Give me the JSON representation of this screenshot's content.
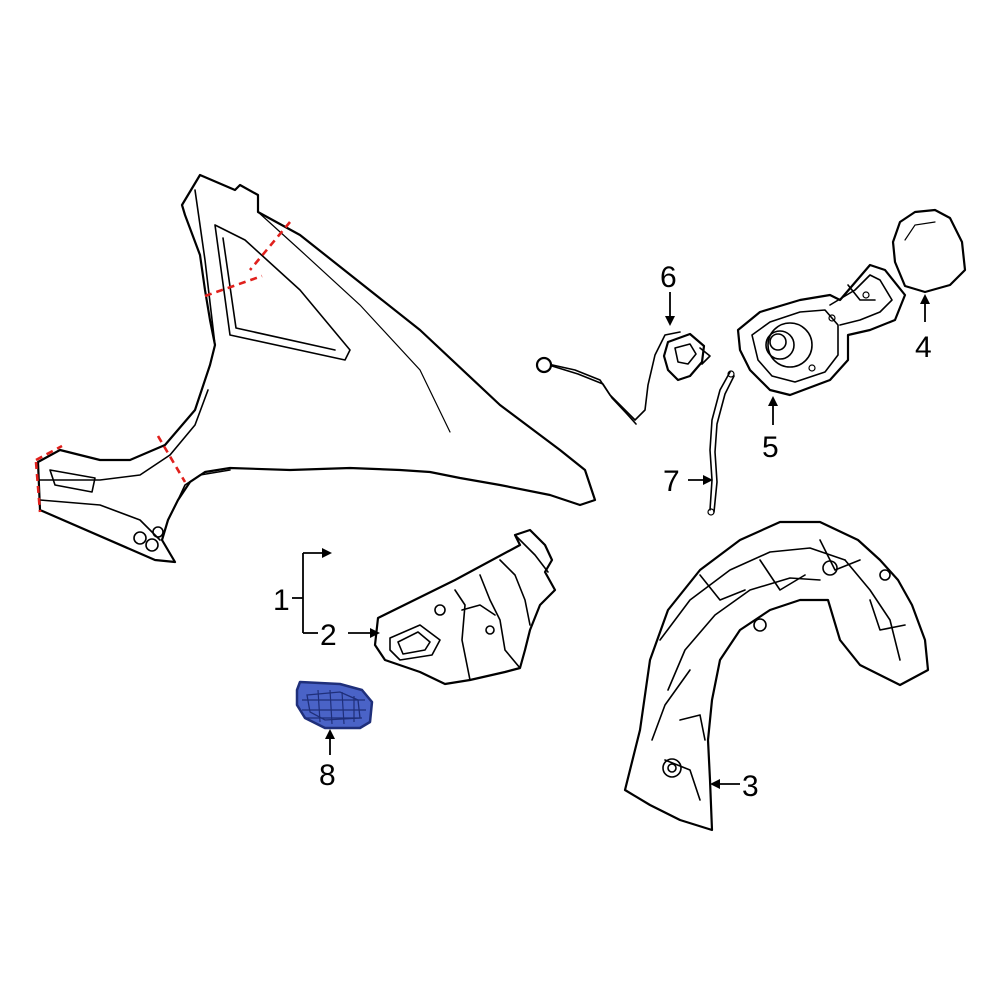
{
  "callouts": {
    "c1": "1",
    "c2": "2",
    "c3": "3",
    "c4": "4",
    "c5": "5",
    "c6": "6",
    "c7": "7",
    "c8": "8"
  },
  "colors": {
    "line": "#000000",
    "cut_line": "#e0201c",
    "highlight_fill": "#4a63c7",
    "highlight_stroke": "#1f2f7a",
    "background": "#ffffff"
  }
}
